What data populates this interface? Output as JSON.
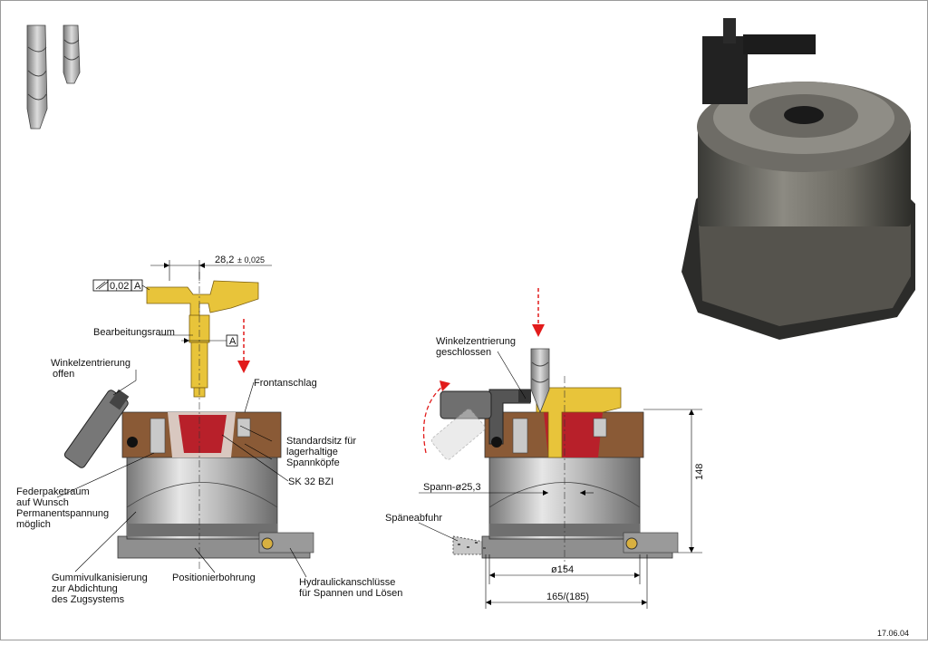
{
  "labels": {
    "flatness_tol": "0,02",
    "datum_a": "A",
    "datum_a_ref": "A",
    "dim_28": "28,2",
    "dim_28_tol": "± 0,025",
    "bearbeitungsraum": "Bearbeitungsraum",
    "winkel_offen_1": "Winkelzentrierung",
    "winkel_offen_2": "offen",
    "frontanschlag": "Frontanschlag",
    "standardsitz_1": "Standardsitz für",
    "standardsitz_2": "lagerhaltige",
    "standardsitz_3": "Spannköpfe",
    "sk32": "SK 32 BZI",
    "feder_1": "Federpaketraum",
    "feder_2": "auf Wunsch",
    "feder_3": "Permanentspannung",
    "feder_4": "möglich",
    "gummi_1": "Gummivulkanisierung",
    "gummi_2": "zur Abdichtung",
    "gummi_3": "des Zugsystems",
    "positionierbohrung": "Positionierbohrung",
    "hydraulik_1": "Hydraulickanschlüsse",
    "hydraulik_2": "für Spannen und Lösen",
    "winkel_geschl_1": "Winkelzentrierung",
    "winkel_geschl_2": "geschlossen",
    "spann_dia": "Spann-ø25,3",
    "spaeneabfuhr": "Späneabfuhr",
    "dim_148": "148",
    "dim_154": "ø154",
    "dim_165": "165/(185)",
    "date": "17.06.04"
  },
  "colors": {
    "gold": "#e8c43a",
    "bronze": "#8a5a36",
    "red": "#b8202a",
    "steel": "#a9a9a9",
    "arrow_red": "#e21b1b"
  }
}
